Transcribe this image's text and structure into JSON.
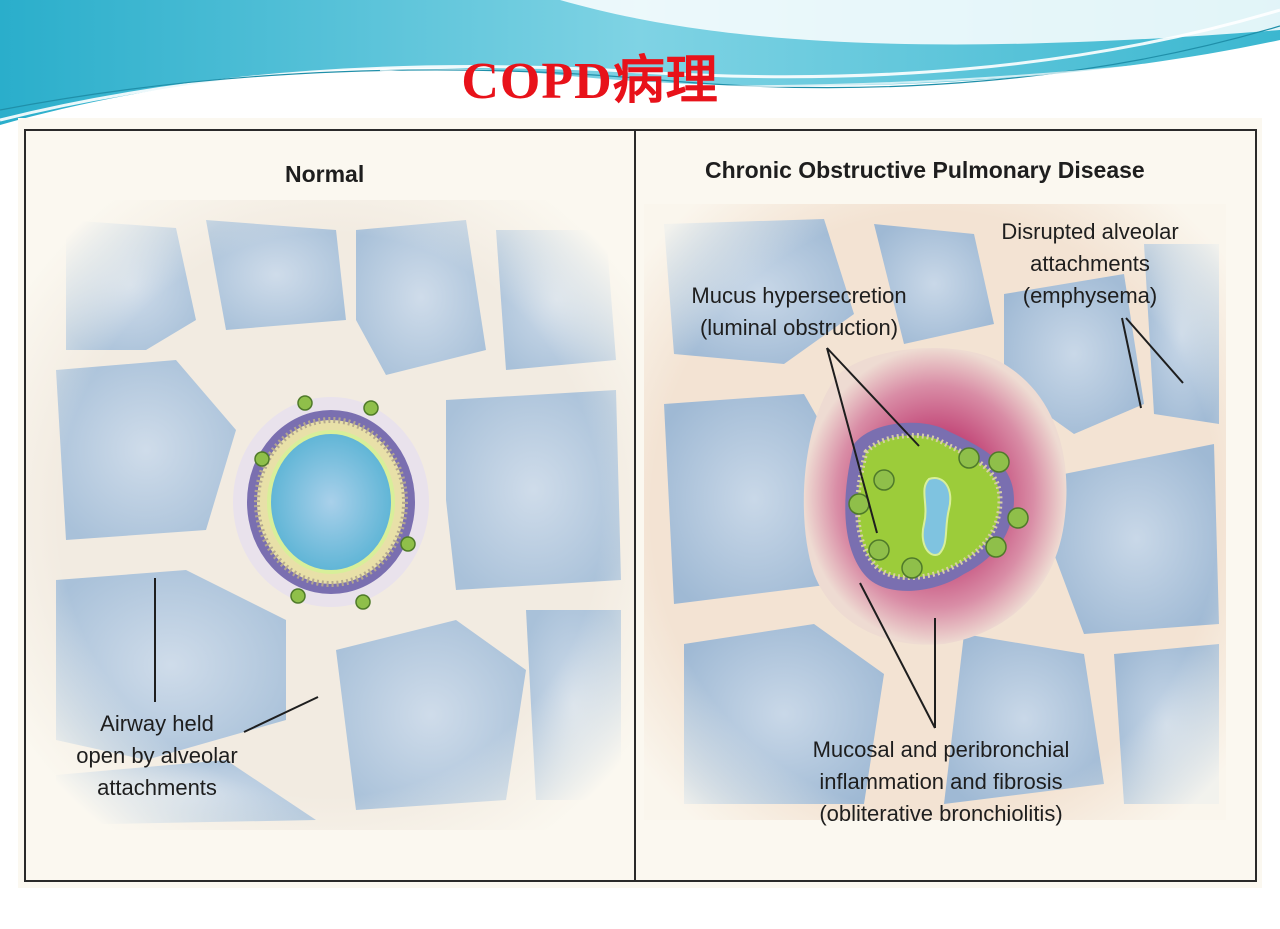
{
  "title": "COPD病理",
  "figure": {
    "left_panel": {
      "title": "Normal",
      "annotation": [
        "Airway held",
        "open by alveolar",
        "attachments"
      ]
    },
    "right_panel": {
      "title": "Chronic Obstructive Pulmonary Disease",
      "annotations": {
        "disrupted": [
          "Disrupted alveolar",
          "attachments",
          "(emphysema)"
        ],
        "mucus": [
          "Mucus hypersecretion",
          "(luminal obstruction)"
        ],
        "inflammation": [
          "Mucosal and peribronchial",
          "inflammation and fibrosis",
          "(obliterative bronchiolitis)"
        ]
      }
    }
  },
  "colors": {
    "title": "#e8121a",
    "banner_teal": "#37b6cf",
    "alveolus_blue": "#b8cde0",
    "septum": "#f3ece2",
    "airway_wall": "#7a6fb0",
    "mucus_green": "#9ccc3a"
  }
}
